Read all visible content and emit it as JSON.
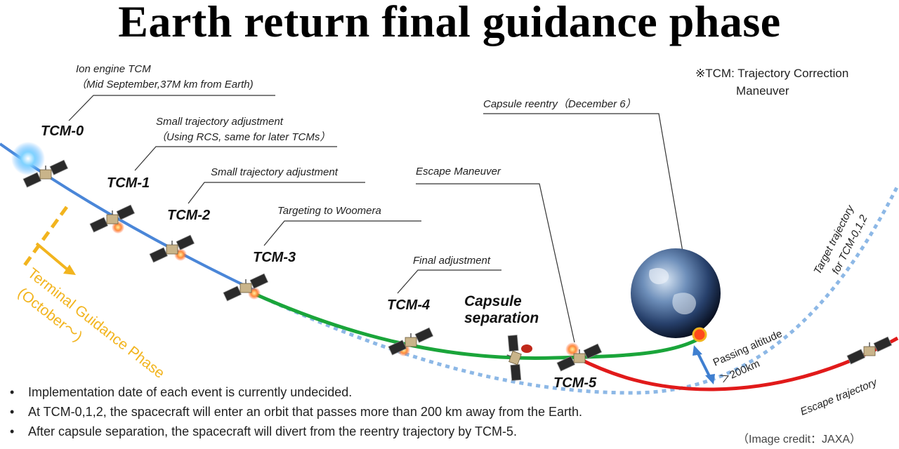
{
  "title": "Earth return final guidance phase",
  "note": {
    "line1": "※TCM: Trajectory Correction",
    "line2": "Maneuver"
  },
  "events": [
    {
      "name": "TCM-0",
      "desc_line1": "Ion engine TCM",
      "desc_line2": "（Mid September,37M km from Earth)"
    },
    {
      "name": "TCM-1",
      "desc_line1": "Small trajectory adjustment",
      "desc_line2": "（Using RCS, same for later TCMs）"
    },
    {
      "name": "TCM-2",
      "desc_line1": "Small trajectory adjustment"
    },
    {
      "name": "TCM-3",
      "desc_line1": "Targeting to Woomera"
    },
    {
      "name": "TCM-4",
      "desc_line1": "Final adjustment"
    },
    {
      "name": "TCM-5",
      "desc_line1": "Escape Maneuver"
    }
  ],
  "capsule_separation": {
    "line1": "Capsule",
    "line2": "separation"
  },
  "capsule_reentry": "Capsule reentry（December 6）",
  "terminal_phase": {
    "line1": "Terminal Guidance Phase",
    "line2": "(October～)"
  },
  "target_trajectory": {
    "line1": "Target trajectory",
    "line2": "for TCM-0,1,2"
  },
  "passing_altitude": {
    "line1": "Passing altitude",
    "line2": "＞200km"
  },
  "escape_trajectory": "Escape trajectory",
  "bullets": [
    "Implementation date of each event is currently undecided.",
    "At TCM-0,1,2, the spacecraft will enter an orbit that passes more than 200 km away from the Earth.",
    "After capsule separation, the spacecraft will divert from the reentry trajectory by TCM-5."
  ],
  "bullet_symbol": "•",
  "credit": "（Image credit：JAXA）",
  "colors": {
    "approach": "#4a86d8",
    "reentry": "#1aa53a",
    "escape": "#e11a1a",
    "target": "#8db8e6",
    "terminal": "#f2b41e",
    "arrow": "#3f7fd0"
  }
}
